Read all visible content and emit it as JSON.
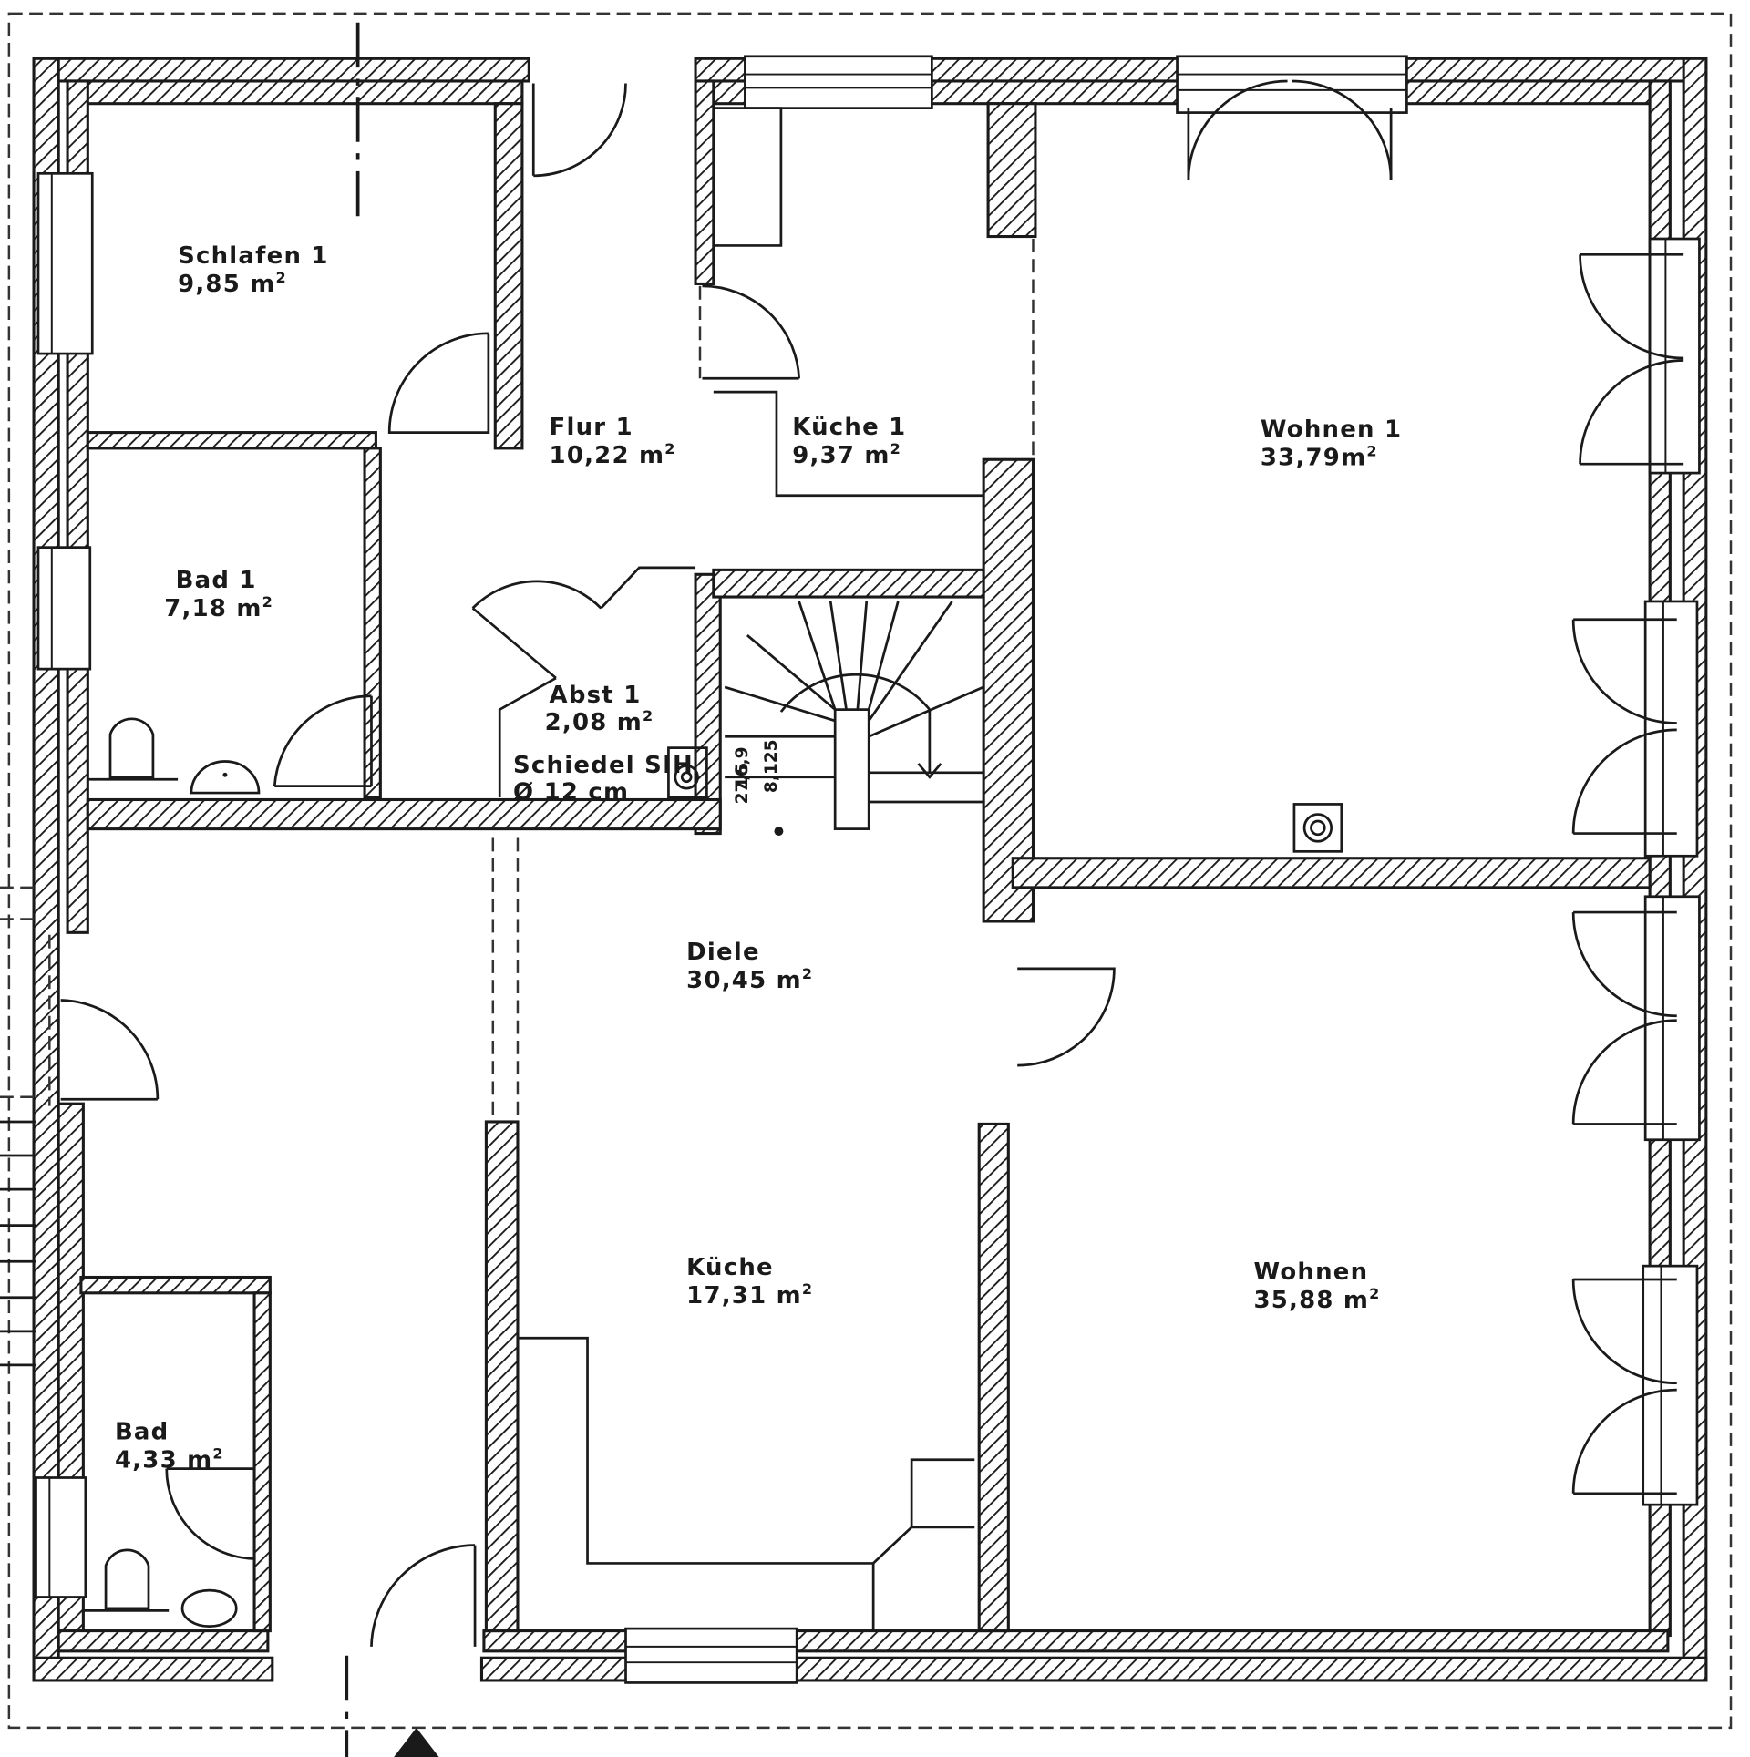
{
  "rooms": {
    "schlafen1": {
      "name": "Schlafen 1",
      "area": "9,85 m",
      "unit_sup": "2"
    },
    "flur1": {
      "name": "Flur 1",
      "area": "10,22 m",
      "unit_sup": "2"
    },
    "kueche1": {
      "name": "Küche 1",
      "area": "9,37 m",
      "unit_sup": "2"
    },
    "wohnen1": {
      "name": "Wohnen 1",
      "area": "33,79m",
      "unit_sup": "2"
    },
    "bad1": {
      "name": "Bad 1",
      "area": "7,18 m",
      "unit_sup": "2"
    },
    "abst1": {
      "name": "Abst 1",
      "area": "2,08 m",
      "unit_sup": "2"
    },
    "schiedel": {
      "name": "Schiedel SIH",
      "area": "Ø 12 cm"
    },
    "diele": {
      "name": "Diele",
      "area": "30,45 m",
      "unit_sup": "2"
    },
    "kueche": {
      "name": "Küche",
      "area": "17,31 m",
      "unit_sup": "2"
    },
    "wohnen": {
      "name": "Wohnen",
      "area": "35,88 m",
      "unit_sup": "2"
    },
    "bad": {
      "name": "Bad",
      "area": "4,33 m",
      "unit_sup": "2"
    }
  },
  "stair": {
    "label_top": "16,9",
    "label_mid": "27,5",
    "label_side": "8,125"
  },
  "colors": {
    "ink": "#1a1a1a",
    "paper": "#ffffff"
  }
}
